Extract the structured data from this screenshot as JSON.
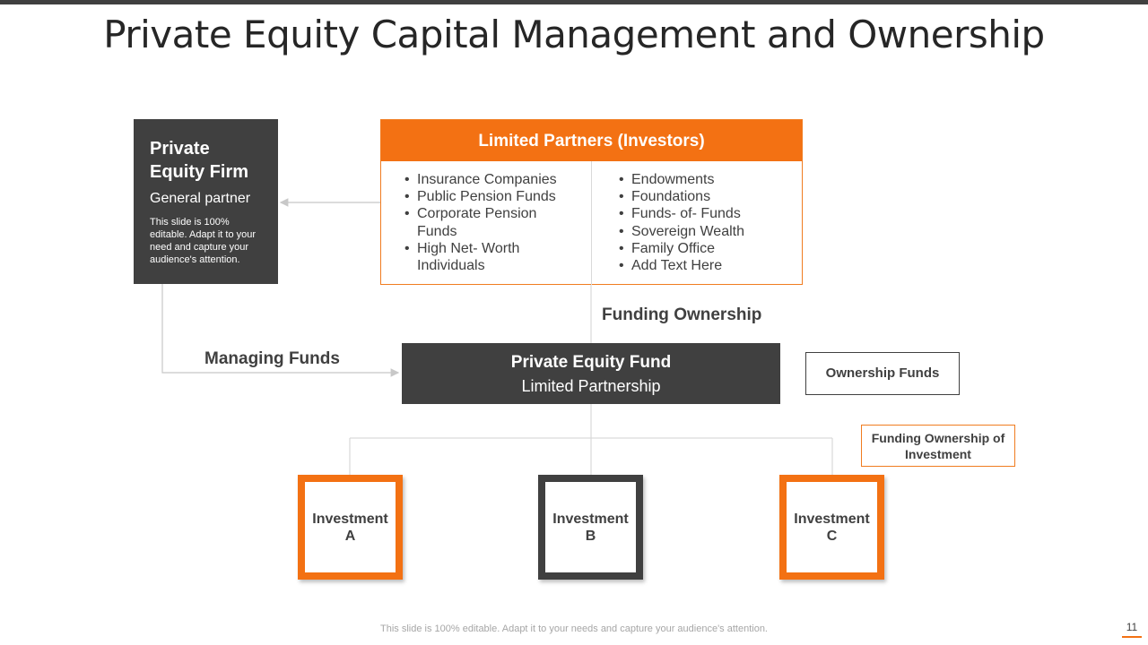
{
  "slide": {
    "title": "Private Equity Capital Management and Ownership",
    "footer": "This slide is 100% editable. Adapt it to your needs and capture your audience's attention.",
    "page_number": "11"
  },
  "firm": {
    "title": "Private Equity Firm",
    "subtitle": "General partner",
    "note": "This slide is 100% editable. Adapt it to your need and capture your audience's attention."
  },
  "limited_partners": {
    "title": "Limited Partners (Investors)",
    "left_items": [
      "Insurance  Companies",
      "Public Pension Funds",
      "Corporate Pension Funds",
      "High Net- Worth Individuals"
    ],
    "right_items": [
      "Endowments",
      "Foundations",
      "Funds- of- Funds",
      "Sovereign Wealth",
      "Family Office",
      "Add Text Here"
    ]
  },
  "labels": {
    "funding_ownership": "Funding Ownership",
    "managing_funds": "Managing Funds",
    "ownership_funds": "Ownership Funds",
    "funding_ownership_investment": "Funding Ownership of Investment"
  },
  "fund": {
    "title": "Private Equity Fund",
    "subtitle": "Limited Partnership"
  },
  "investments": [
    {
      "label": "Investment A"
    },
    {
      "label": "Investment B"
    },
    {
      "label": "Investment C"
    }
  ],
  "colors": {
    "accent_orange": "#f37113",
    "dark_gray": "#404040"
  }
}
